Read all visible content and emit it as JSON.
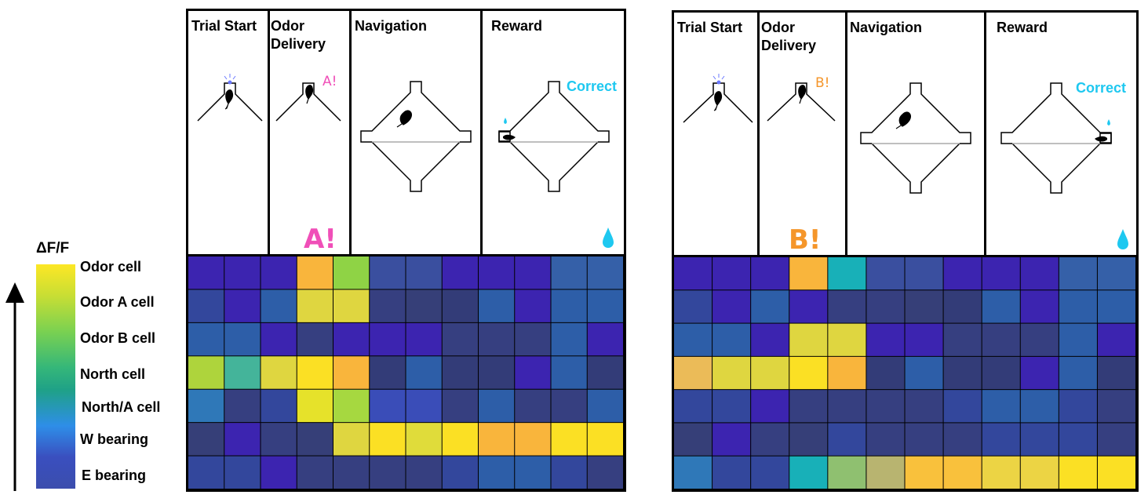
{
  "colorbar": {
    "title": "ΔF/F",
    "labels": [
      "Odor cell",
      "Odor A cell",
      "Odor B cell",
      "North cell",
      "North/A cell",
      "W bearing",
      "E bearing"
    ]
  },
  "colors": {
    "correct": "#1ec8f0",
    "odor_a": "#f04fb8",
    "odor_b": "#f5962a",
    "drop": "#1ec8f0",
    "light": "#6a78ff"
  },
  "panels": [
    {
      "odor": "A!",
      "odor_small": "A!",
      "phases": [
        "Trial Start",
        "Odor Delivery",
        "Navigation",
        "Reward"
      ],
      "correct_label": "Correct"
    },
    {
      "odor": "B!",
      "odor_small": "B!",
      "phases": [
        "Trial Start",
        "Odor Delivery",
        "Navigation",
        "Reward"
      ],
      "correct_label": "Correct"
    }
  ],
  "heatmaps": [
    [
      [
        "#3c24b0",
        "#3c24b0",
        "#3c24b0",
        "#f9b53c",
        "#8fd345",
        "#3a4f9f",
        "#3a4f9f",
        "#3c24b0",
        "#3c24b0",
        "#3c24b0",
        "#3560a8",
        "#3560a8"
      ],
      [
        "#33479c",
        "#3c24b0",
        "#2d5ea8",
        "#dfd640",
        "#dfd640",
        "#363f80",
        "#363f78",
        "#333c78",
        "#2d5ea8",
        "#3c24b0",
        "#2d5ea8",
        "#2d5ea8"
      ],
      [
        "#2d5ea8",
        "#2d5ea8",
        "#3c24b0",
        "#363f80",
        "#3c24b0",
        "#3c24b0",
        "#3c24b0",
        "#363f80",
        "#363f80",
        "#363f80",
        "#2d5ea8",
        "#3c24b0"
      ],
      [
        "#aed43c",
        "#44b49a",
        "#dfd640",
        "#fbe024",
        "#f9b53c",
        "#333c78",
        "#2d5ea8",
        "#333c78",
        "#333c78",
        "#3c24b0",
        "#2d5ea8",
        "#333c78"
      ],
      [
        "#2f78b8",
        "#363f80",
        "#33479c",
        "#e6e22a",
        "#a6d840",
        "#3a4db8",
        "#3a4db8",
        "#363f80",
        "#2d5ea8",
        "#363f80",
        "#363f80",
        "#2d5ea8"
      ],
      [
        "#363f78",
        "#3c24b0",
        "#363f80",
        "#363f78",
        "#dfd640",
        "#fbe024",
        "#e0dc3a",
        "#fbe024",
        "#f9b53c",
        "#f9b53c",
        "#fbe024",
        "#fbe024"
      ],
      [
        "#33479c",
        "#33479c",
        "#3c24b0",
        "#363f80",
        "#363f80",
        "#363f80",
        "#363f80",
        "#33479c",
        "#2d5ea8",
        "#2d5ea8",
        "#33479c",
        "#363f80"
      ]
    ],
    [
      [
        "#3c24b0",
        "#3c24b0",
        "#3c24b0",
        "#f9b53c",
        "#18b0b8",
        "#3a4f9f",
        "#3a4f9f",
        "#3c24b0",
        "#3c24b0",
        "#3c24b0",
        "#3560a8",
        "#3560a8"
      ],
      [
        "#33479c",
        "#3c24b0",
        "#2d5ea8",
        "#3c24b0",
        "#363f80",
        "#363f80",
        "#363f78",
        "#333c78",
        "#2d5ea8",
        "#3c24b0",
        "#2d5ea8",
        "#2d5ea8"
      ],
      [
        "#2d5ea8",
        "#2d5ea8",
        "#3c24b0",
        "#dfd640",
        "#dfd640",
        "#3c24b0",
        "#3c24b0",
        "#363f80",
        "#363f80",
        "#363f80",
        "#2d5ea8",
        "#3c24b0"
      ],
      [
        "#ebbb58",
        "#dfd640",
        "#dfd640",
        "#fbe024",
        "#f9b53c",
        "#333c78",
        "#2d5ea8",
        "#333c78",
        "#333c78",
        "#3c24b0",
        "#2d5ea8",
        "#333c78"
      ],
      [
        "#33479c",
        "#33479c",
        "#3c24b0",
        "#363f80",
        "#363f80",
        "#363f80",
        "#363f80",
        "#33479c",
        "#2d5ea8",
        "#2d5ea8",
        "#33479c",
        "#363f80"
      ],
      [
        "#363f78",
        "#3c24b0",
        "#363f80",
        "#363f78",
        "#33479c",
        "#363f80",
        "#363f80",
        "#363f80",
        "#33479c",
        "#33479c",
        "#33479c",
        "#363f80"
      ],
      [
        "#2f78b8",
        "#33479c",
        "#33479c",
        "#18b0b8",
        "#8fc070",
        "#b8b470",
        "#f9c13c",
        "#f9c13c",
        "#ecd444",
        "#ecd444",
        "#fbe024",
        "#fbe024"
      ]
    ]
  ]
}
